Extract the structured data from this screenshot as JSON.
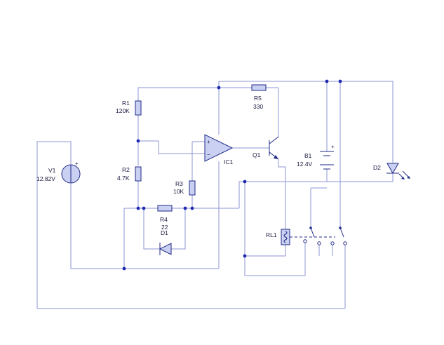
{
  "components": {
    "r1": {
      "ref": "R1",
      "value": "120K"
    },
    "r2": {
      "ref": "R2",
      "value": "4.7K"
    },
    "r3": {
      "ref": "R3",
      "value": "10K"
    },
    "r4": {
      "ref": "R4",
      "value": "22"
    },
    "r5": {
      "ref": "R5",
      "value": "330"
    },
    "v1": {
      "ref": "V1",
      "value": "12.82V"
    },
    "b1": {
      "ref": "B1",
      "value": "12.4V"
    },
    "ic1": {
      "ref": "IC1"
    },
    "q1": {
      "ref": "Q1"
    },
    "d1": {
      "ref": "D1"
    },
    "d2": {
      "ref": "D2"
    },
    "rl1": {
      "ref": "RL1"
    }
  },
  "signs": {
    "plus": "+",
    "minus": "−"
  },
  "colors": {
    "wire": "#8c94d6",
    "component": "#1f2a87",
    "fill": "#c9d0f2",
    "junction": "#1f2ab0"
  }
}
